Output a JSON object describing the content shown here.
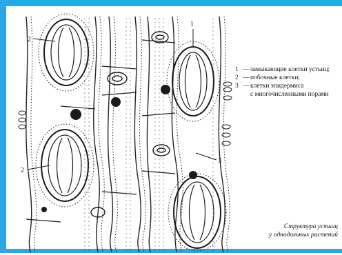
{
  "figure": {
    "callouts": {
      "n1": "1",
      "n2_top": "2",
      "n2_left": "2",
      "n3": "3"
    },
    "legend": {
      "items": [
        {
          "num": "1",
          "dash": "—",
          "text": "замыкающие клетки устьиц;"
        },
        {
          "num": "2",
          "dash": "—",
          "text": "побочные клетки;"
        },
        {
          "num": "3",
          "dash": "—",
          "text": "клетки эпидермиса"
        }
      ],
      "continuation": "с многочисленными порами"
    },
    "caption": {
      "line1": "Структура устьиц",
      "line2": "у однодольных растений"
    },
    "colors": {
      "border": "#2aa8e6",
      "ink": "#1a1a1a"
    }
  }
}
